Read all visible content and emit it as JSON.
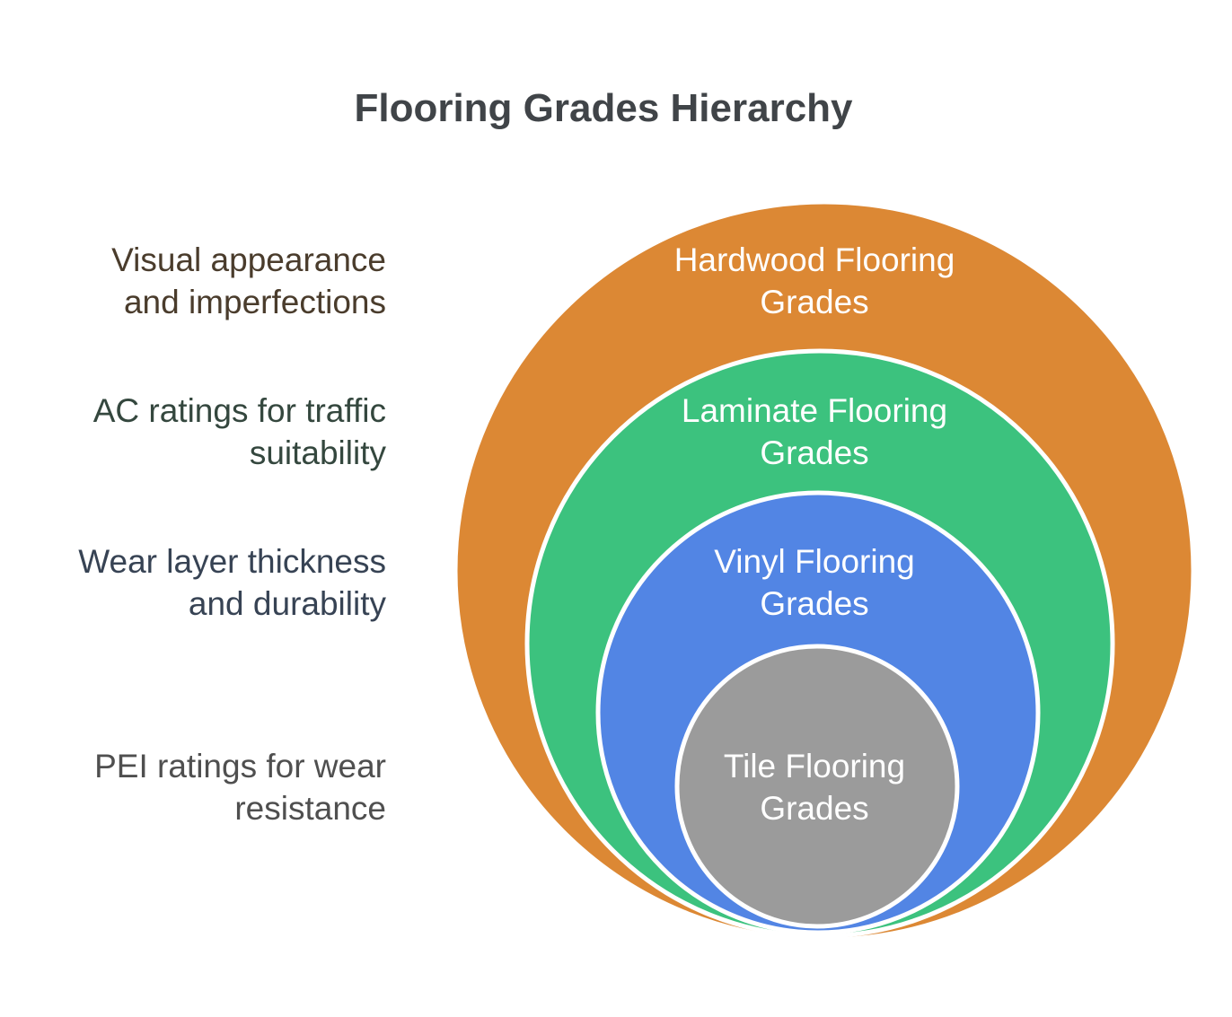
{
  "title": {
    "text": "Flooring Grades Hierarchy",
    "color": "#404448"
  },
  "canvas": {
    "background": "#FFFFFF",
    "ring_stroke": "#FFFFFF"
  },
  "rings": [
    {
      "id": "hardwood",
      "label_line1": "Hardwood Flooring",
      "label_line2": "Grades",
      "fill": "#DC8834",
      "text_color": "#FFFFFF",
      "annotation_line1": "Visual appearance",
      "annotation_line2": "and imperfections",
      "annotation_color": "#4A3C2C"
    },
    {
      "id": "laminate",
      "label_line1": "Laminate Flooring",
      "label_line2": "Grades",
      "fill": "#3CC27E",
      "text_color": "#FFFFFF",
      "annotation_line1": "AC ratings for traffic",
      "annotation_line2": "suitability",
      "annotation_color": "#34473E"
    },
    {
      "id": "vinyl",
      "label_line1": "Vinyl Flooring",
      "label_line2": "Grades",
      "fill": "#5285E4",
      "text_color": "#FFFFFF",
      "annotation_line1": "Wear layer thickness",
      "annotation_line2": "and durability",
      "annotation_color": "#374354"
    },
    {
      "id": "tile",
      "label_line1": "Tile Flooring",
      "label_line2": "Grades",
      "fill": "#9B9B9B",
      "text_color": "#FFFFFF",
      "annotation_line1": "PEI ratings for wear",
      "annotation_line2": "resistance",
      "annotation_color": "#4F4F4F"
    }
  ]
}
